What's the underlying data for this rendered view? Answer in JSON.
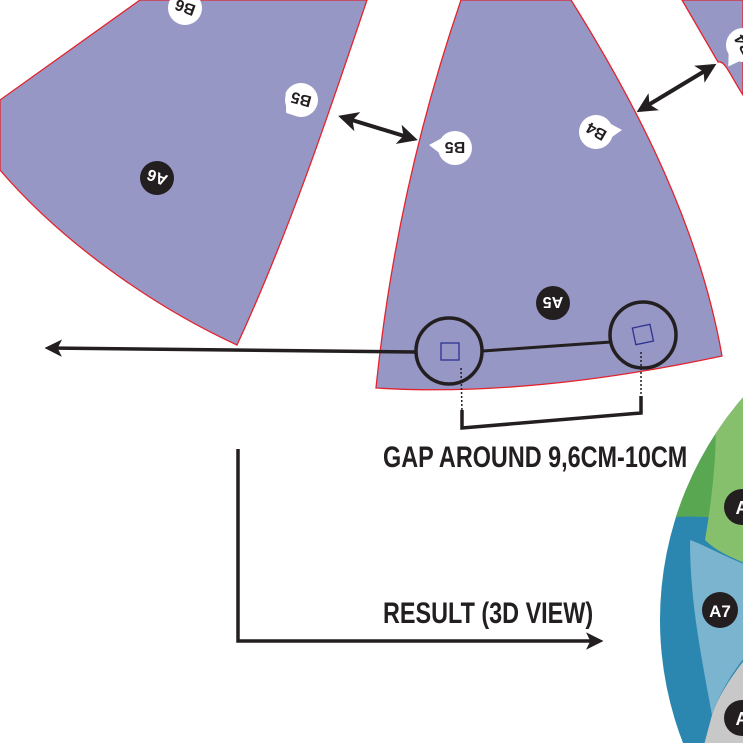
{
  "colors": {
    "piece_fill": "#9797c6",
    "piece_edge": "#e3232c",
    "ink": "#231f20",
    "square_marker": "#2e3192",
    "sphere_green_dark": "#5aa752",
    "sphere_green_light": "#86c06c",
    "sphere_blue_dark": "#2b86b0",
    "sphere_blue_light": "#7ab4cf",
    "sphere_gray": "#c8c8c8"
  },
  "pieces": {
    "a6": {
      "name": "A6",
      "edge_labels": [
        "B6",
        "B5"
      ]
    },
    "a5": {
      "name": "A5",
      "edge_labels": [
        "B5",
        "B4"
      ]
    },
    "a4": {
      "edge_labels": [
        "B4"
      ]
    }
  },
  "annotations": {
    "gap_text": "GAP AROUND 9,6CM-10CM",
    "result_text": "RESULT (3D VIEW)"
  },
  "sphere": {
    "labels": [
      "A",
      "A7",
      "A"
    ]
  }
}
